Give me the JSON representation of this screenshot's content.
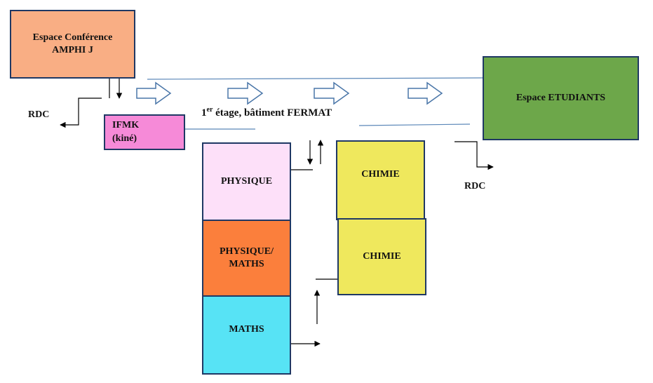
{
  "boxes": {
    "amphi_line1": "Espace Conférence",
    "amphi_line2": "AMPHI J",
    "ifmk_line1": "IFMK",
    "ifmk_line2": "(kiné)",
    "etudiants": "Espace ETUDIANTS",
    "physique": "PHYSIQUE",
    "physique_maths_line1": "PHYSIQUE/",
    "physique_maths_line2": "MATHS",
    "maths": "MATHS",
    "chimie_top": "CHIMIE",
    "chimie_bottom": "CHIMIE"
  },
  "labels": {
    "rdc_left": "RDC",
    "rdc_right": "RDC",
    "floor_number": "1",
    "floor_superscript": "er",
    "floor_rest": " étage, bâtiment FERMAT"
  },
  "colors": {
    "amphi": "#f9ae84",
    "ifmk": "#f68ad8",
    "etudiants": "#6da74a",
    "physique": "#fde0f9",
    "physique_maths": "#fb7f3c",
    "maths": "#57e3f5",
    "chimie": "#efe85d",
    "border_navy": "#1f3864",
    "corridor_line": "#5b87b8",
    "hollow_arrow": "#4a76a8"
  }
}
